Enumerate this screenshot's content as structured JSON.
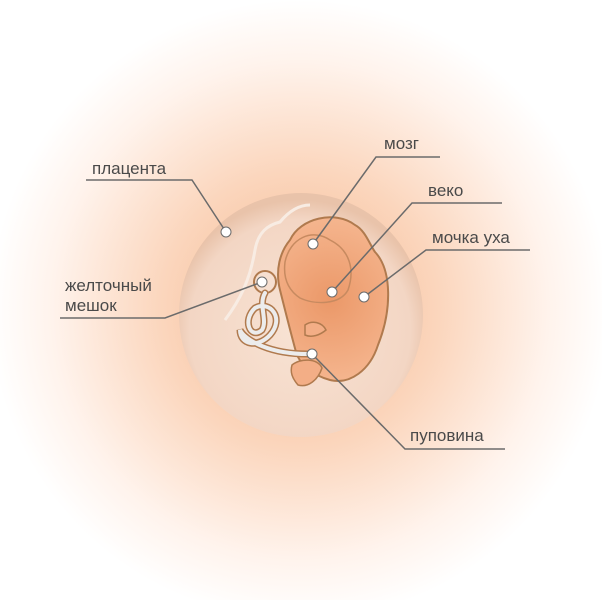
{
  "labels": {
    "placenta": "плацента",
    "brain": "мозг",
    "eyelid": "веко",
    "earlobe": "мочка уха",
    "yolk_sac_line1": "желточный",
    "yolk_sac_line2": "мешок",
    "umbilical_cord": "пуповина"
  },
  "colors": {
    "glow": "#f9c9a6",
    "sac": "#f6dccb",
    "embryo": "#f2a77b",
    "outline": "#a87344",
    "leader": "#6b6b6b"
  }
}
